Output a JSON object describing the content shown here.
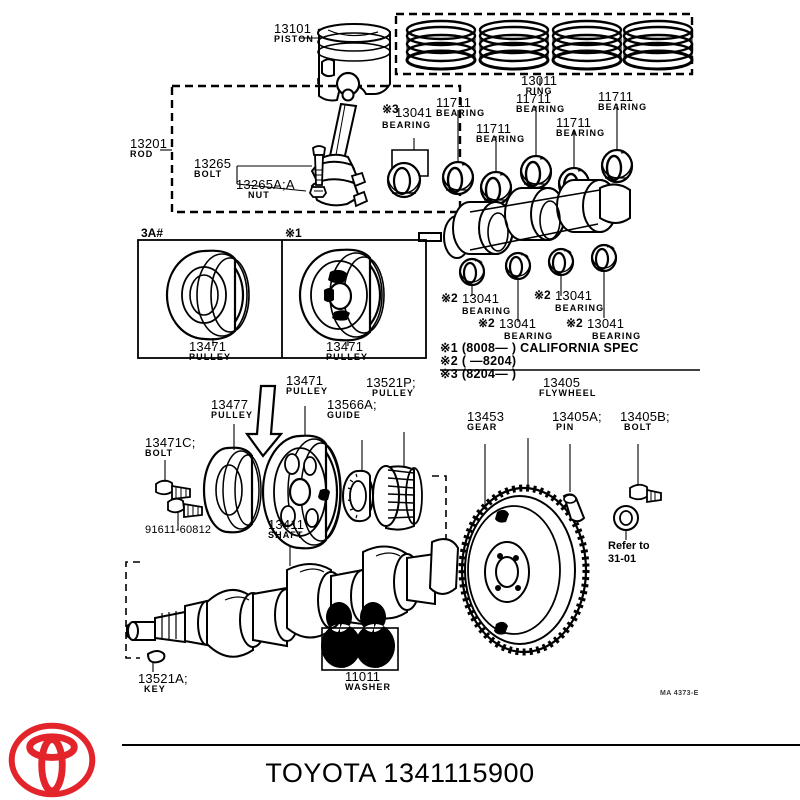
{
  "sheet": {
    "drawing_code": "MA 4373-E",
    "refer_to": {
      "line1": "Refer to",
      "line2": "31-01"
    }
  },
  "footer": {
    "brand": "TOYOTA",
    "part_number": "1341115900",
    "brand_line": "TOYOTA 1341115900",
    "logo_name": "toyota-logo",
    "logo_color": "#e3242b"
  },
  "notes": [
    {
      "mark": "※1",
      "text": "(8008—        ) CALIFORNIA SPEC"
    },
    {
      "mark": "※2",
      "text": "(       —8204)"
    },
    {
      "mark": "※3",
      "text": "(8204—        )"
    }
  ],
  "box_labels": {
    "pulley_left": "3A#",
    "pulley_right": "※1"
  },
  "parts": [
    {
      "id": "piston",
      "number": "13101",
      "name": "PISTON",
      "mark": ""
    },
    {
      "id": "ring",
      "number": "13011",
      "name": "RING",
      "mark": ""
    },
    {
      "id": "rod",
      "number": "13201",
      "name": "ROD",
      "mark": ""
    },
    {
      "id": "rod-bolt",
      "number": "13265",
      "name": "BOLT",
      "mark": ""
    },
    {
      "id": "rod-nut",
      "number": "13265A;A",
      "name": "NUT",
      "mark": ""
    },
    {
      "id": "rod-bearing",
      "number": "13041",
      "name": "BEARING",
      "mark": "※3"
    },
    {
      "id": "main-bearing-1",
      "number": "11711",
      "name": "BEARING",
      "mark": ""
    },
    {
      "id": "main-bearing-2",
      "number": "11711",
      "name": "BEARING",
      "mark": ""
    },
    {
      "id": "main-bearing-3",
      "number": "11711",
      "name": "BEARING",
      "mark": ""
    },
    {
      "id": "main-bearing-4",
      "number": "11711",
      "name": "BEARING",
      "mark": ""
    },
    {
      "id": "main-bearing-5",
      "number": "11711",
      "name": "BEARING",
      "mark": ""
    },
    {
      "id": "crank-bearing-1",
      "number": "13041",
      "name": "BEARING",
      "mark": "※2"
    },
    {
      "id": "crank-bearing-2",
      "number": "13041",
      "name": "BEARING",
      "mark": "※2"
    },
    {
      "id": "crank-bearing-3",
      "number": "13041",
      "name": "BEARING",
      "mark": "※2"
    },
    {
      "id": "crank-bearing-4",
      "number": "13041",
      "name": "BEARING",
      "mark": "※2"
    },
    {
      "id": "pulley-box-left",
      "number": "13471",
      "name": "PULLEY",
      "mark": ""
    },
    {
      "id": "pulley-box-right",
      "number": "13471",
      "name": "PULLEY",
      "mark": ""
    },
    {
      "id": "pulley-bolt",
      "number": "13471C;",
      "name": "BOLT",
      "mark": ""
    },
    {
      "id": "bolt-code",
      "number": "91611-60812",
      "name": "",
      "mark": ""
    },
    {
      "id": "pulley-13477",
      "number": "13477",
      "name": "PULLEY",
      "mark": ""
    },
    {
      "id": "pulley-13471",
      "number": "13471",
      "name": "PULLEY",
      "mark": ""
    },
    {
      "id": "guide",
      "number": "13566A;",
      "name": "GUIDE",
      "mark": ""
    },
    {
      "id": "pulley-13521p",
      "number": "13521P;",
      "name": "PULLEY",
      "mark": ""
    },
    {
      "id": "shaft",
      "number": "13411",
      "name": "SHAFT",
      "mark": ""
    },
    {
      "id": "key",
      "number": "13521A;",
      "name": "KEY",
      "mark": ""
    },
    {
      "id": "washer",
      "number": "11011",
      "name": "WASHER",
      "mark": ""
    },
    {
      "id": "flywheel",
      "number": "13405",
      "name": "FLYWHEEL",
      "mark": ""
    },
    {
      "id": "ring-gear",
      "number": "13453",
      "name": "GEAR",
      "mark": ""
    },
    {
      "id": "flywheel-pin",
      "number": "13405A;",
      "name": "PIN",
      "mark": ""
    },
    {
      "id": "flywheel-bolt",
      "number": "13405B;",
      "name": "BOLT",
      "mark": ""
    }
  ]
}
